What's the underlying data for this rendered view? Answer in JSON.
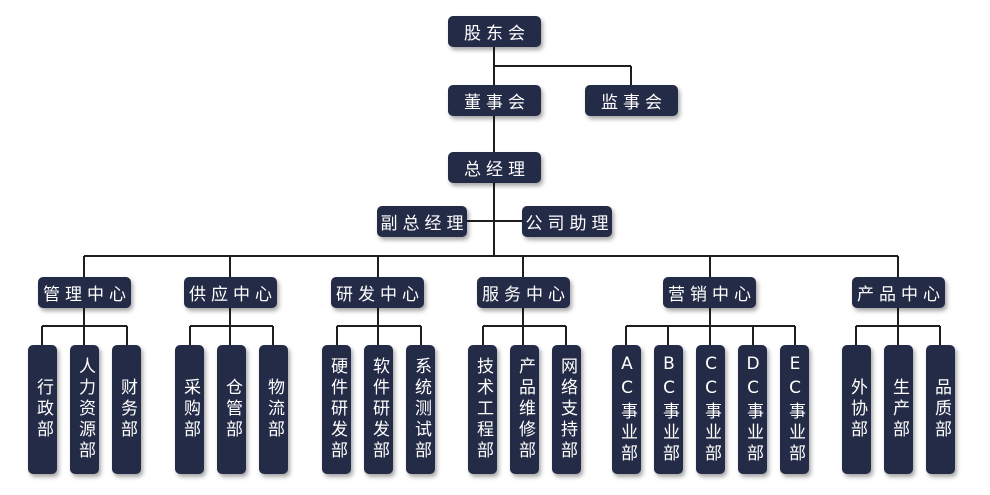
{
  "nodes": {
    "shareholders": "股东会",
    "board": "董事会",
    "supervisors": "监事会",
    "gm": "总经理",
    "vgm": "副总经理",
    "assistant": "公司助理",
    "mgmt_center": "管理中心",
    "mgmt_admin": "行政部",
    "mgmt_hr": "人力资源部",
    "mgmt_finance": "财务部",
    "supply_center": "供应中心",
    "supply_purchase": "采购部",
    "supply_warehouse": "仓管部",
    "supply_logistics": "物流部",
    "rd_center": "研发中心",
    "rd_hardware": "硬件研发部",
    "rd_software": "软件研发部",
    "rd_testing": "系统测试部",
    "service_center": "服务中心",
    "service_tech": "技术工程部",
    "service_maint": "产品维修部",
    "service_network": "网络支持部",
    "marketing_center": "营销中心",
    "marketing_a": "AC事业部",
    "marketing_b": "BC事业部",
    "marketing_c": "CC事业部",
    "marketing_d": "DC事业部",
    "marketing_e": "EC事业部",
    "product_center": "产品中心",
    "product_outsource": "外协部",
    "product_production": "生产部",
    "product_quality": "品质部"
  }
}
